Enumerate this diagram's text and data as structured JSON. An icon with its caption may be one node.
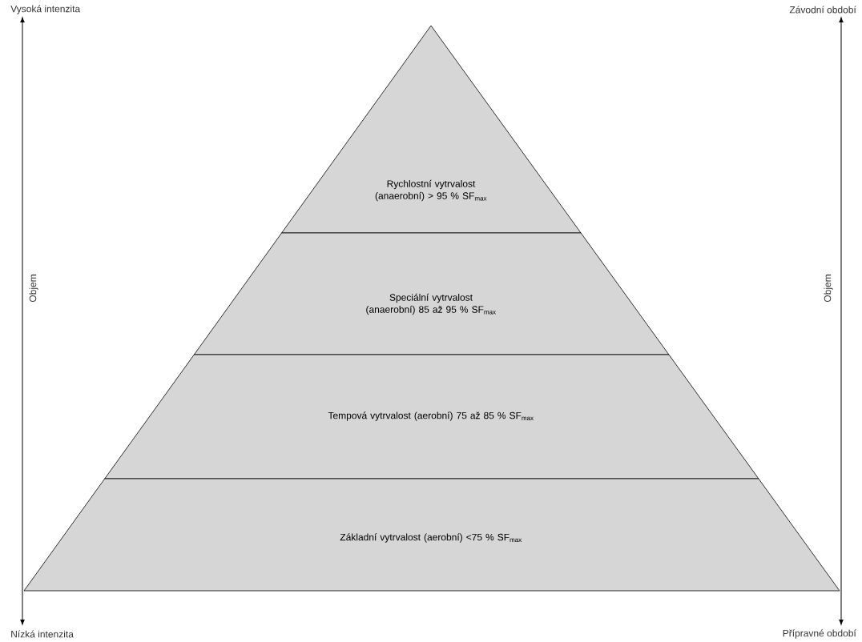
{
  "diagram": {
    "nodes": [
      {
        "text": [
          "Rychlostní vytrvalost (anaerobní) > 95 % SF$_{max}$"
        ]
      },
      {
        "text": [
          "Speciální vytrvalost (anaerobní) 85 až 95 % SF$_{max}$"
        ]
      },
      {
        "text": [
          "Tempová vytrvalost (aerobní) 75 až 85 % SF$_{max}$"
        ]
      },
      {
        "text": [
          "Základní vytrvalost (aerobní) <75 % SF$_{max}$"
        ]
      }
    ],
    "labels": [
      "Vysoká intenzita",
      "Závodní období",
      "Objem",
      "Objem",
      "Nízká intenzita",
      "Přípravné období"
    ]
  }
}
